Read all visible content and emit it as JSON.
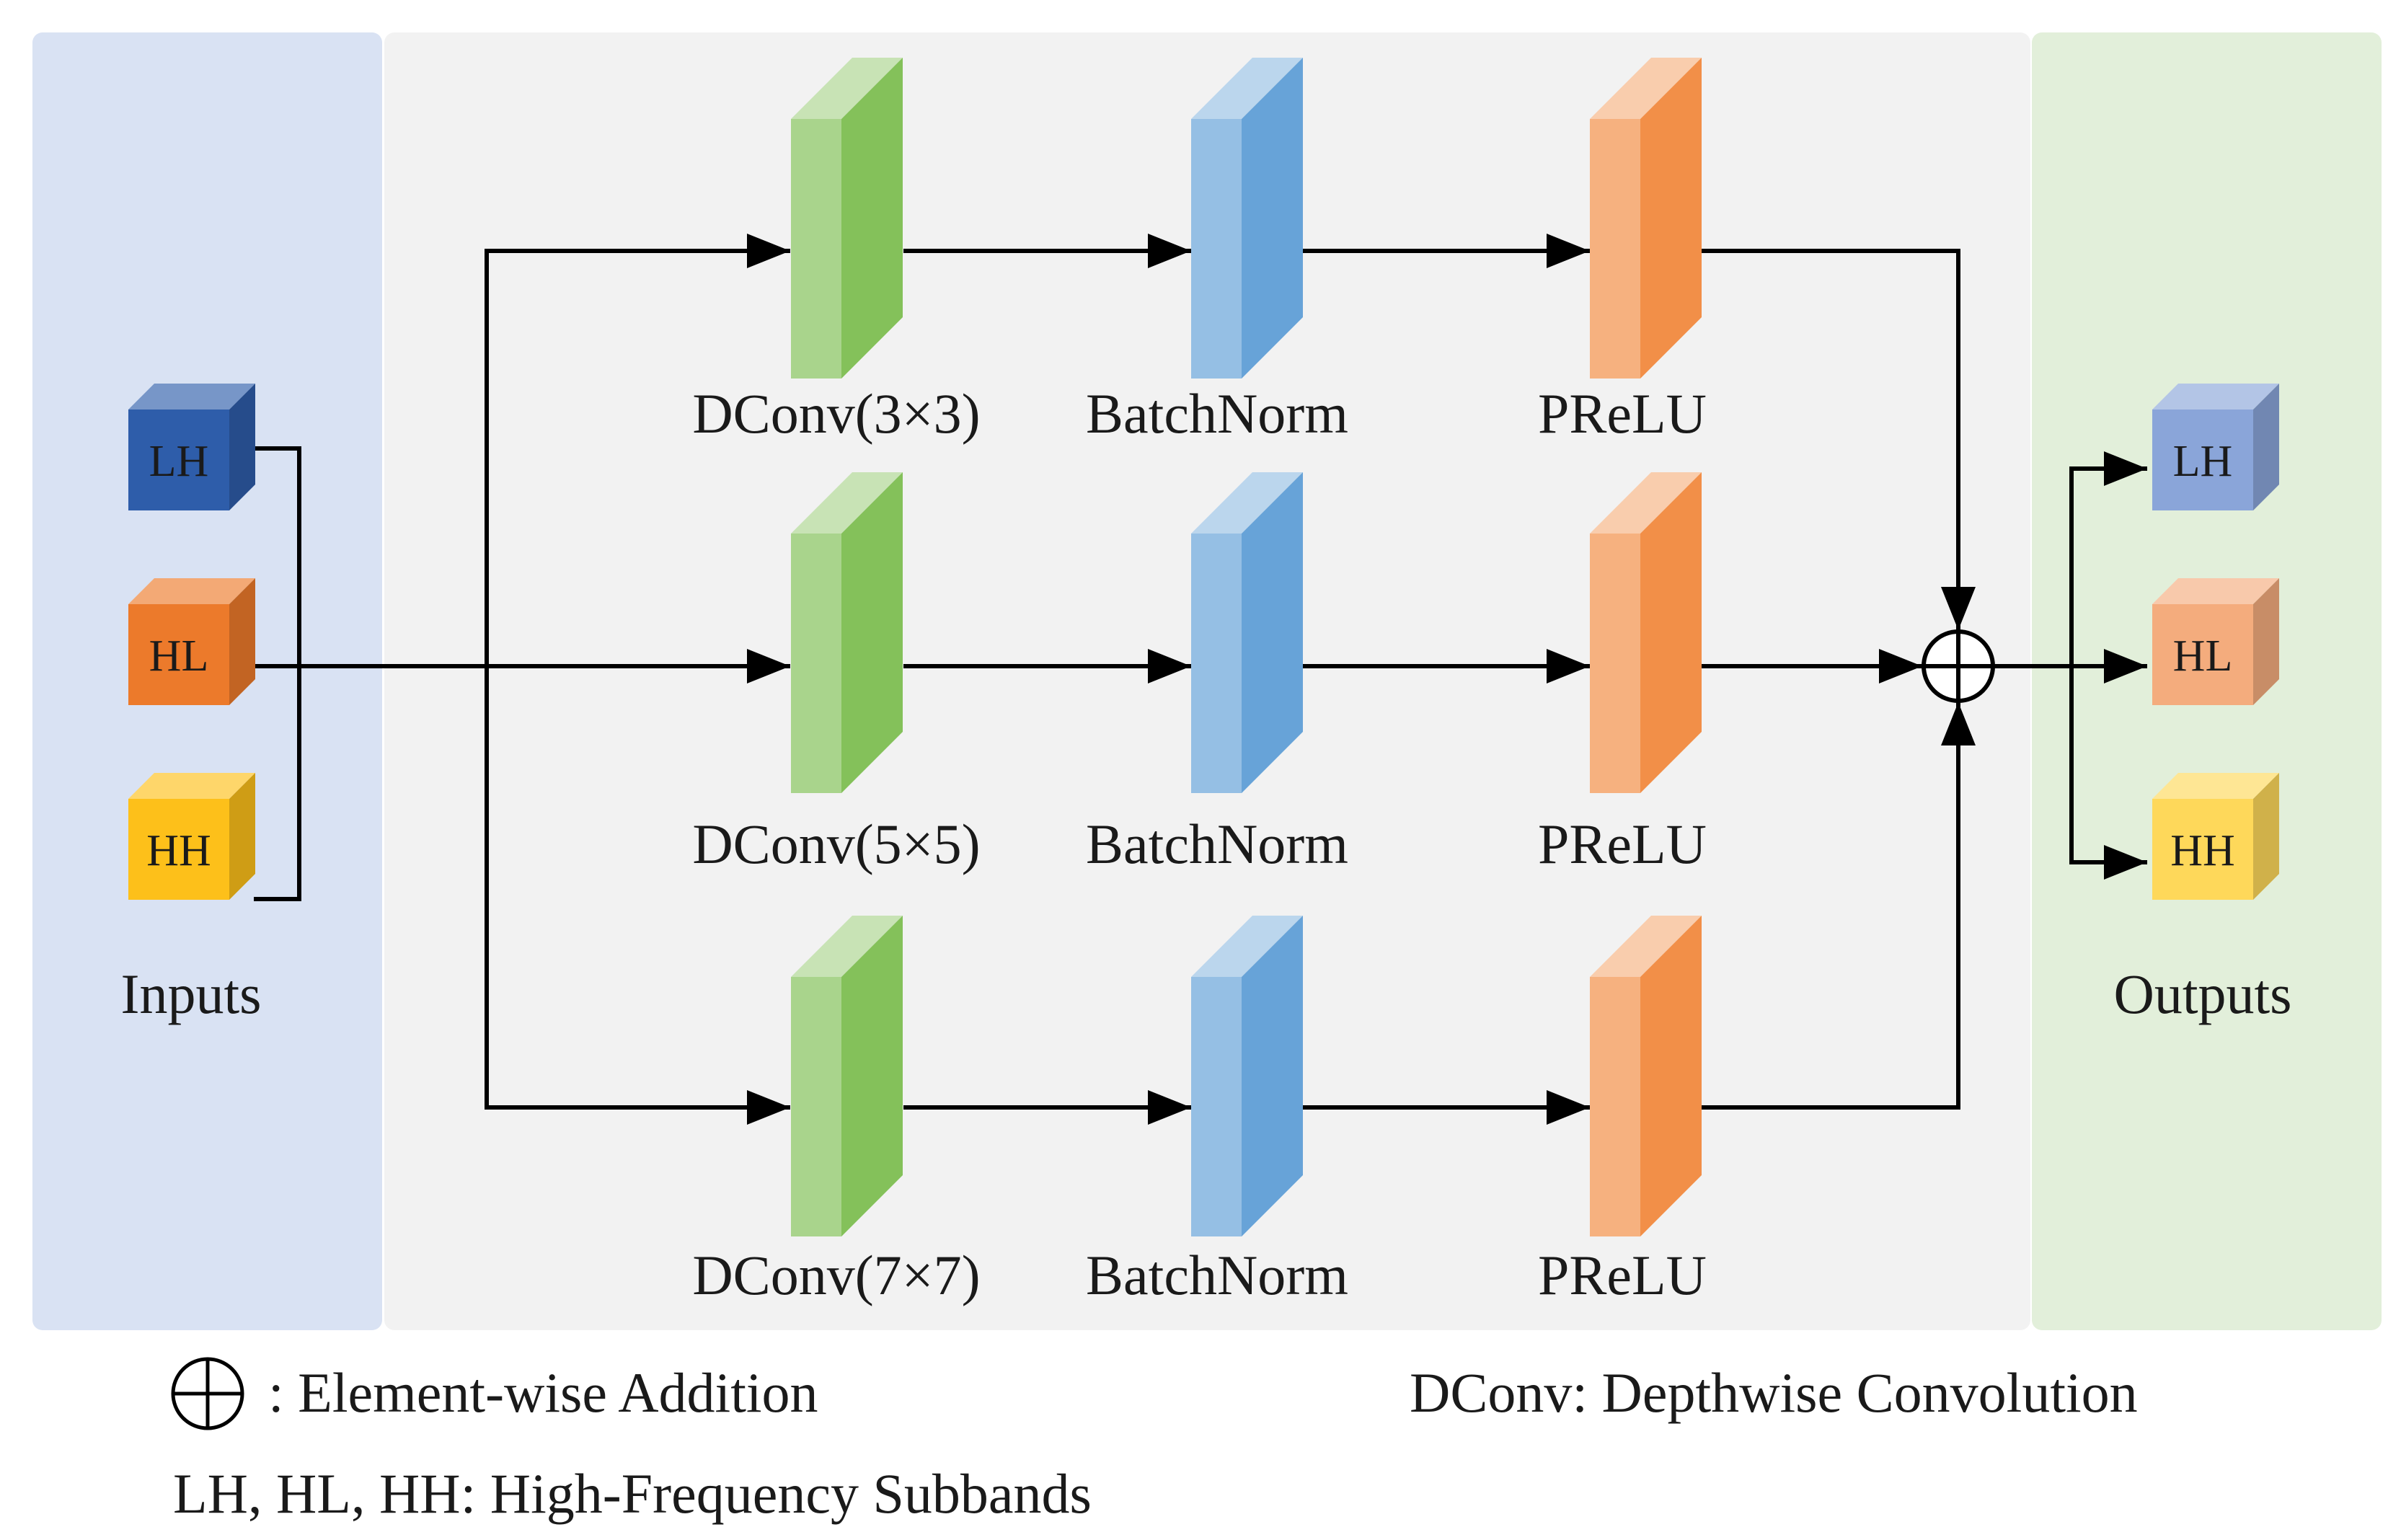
{
  "panels": {
    "inputs_label": "Inputs",
    "outputs_label": "Outputs"
  },
  "inputs": [
    {
      "label": "LH",
      "color": "#2e5daa"
    },
    {
      "label": "HL",
      "color": "#ec7a2b"
    },
    {
      "label": "HH",
      "color": "#fdc01a"
    }
  ],
  "outputs": [
    {
      "label": "LH",
      "color": "#8aa5d9"
    },
    {
      "label": "HL",
      "color": "#f4ac7d"
    },
    {
      "label": "HH",
      "color": "#fed85a"
    }
  ],
  "branches": [
    {
      "conv": "DConv(3×3)",
      "norm": "BatchNorm",
      "act": "PReLU"
    },
    {
      "conv": "DConv(5×5)",
      "norm": "BatchNorm",
      "act": "PReLU"
    },
    {
      "conv": "DConv(7×7)",
      "norm": "BatchNorm",
      "act": "PReLU"
    }
  ],
  "colors": {
    "inputs_panel": "#d9e2f3",
    "middle_panel": "#f2f2f2",
    "outputs_panel": "#e2efda",
    "conv": "#84c15a",
    "norm": "#67a3d8",
    "act": "#f28f48"
  },
  "legend": {
    "addition": ": Element-wise Addition",
    "dconv": "DConv: Depthwise Convolution",
    "subbands": "LH, HL, HH: High-Frequency Subbands"
  }
}
